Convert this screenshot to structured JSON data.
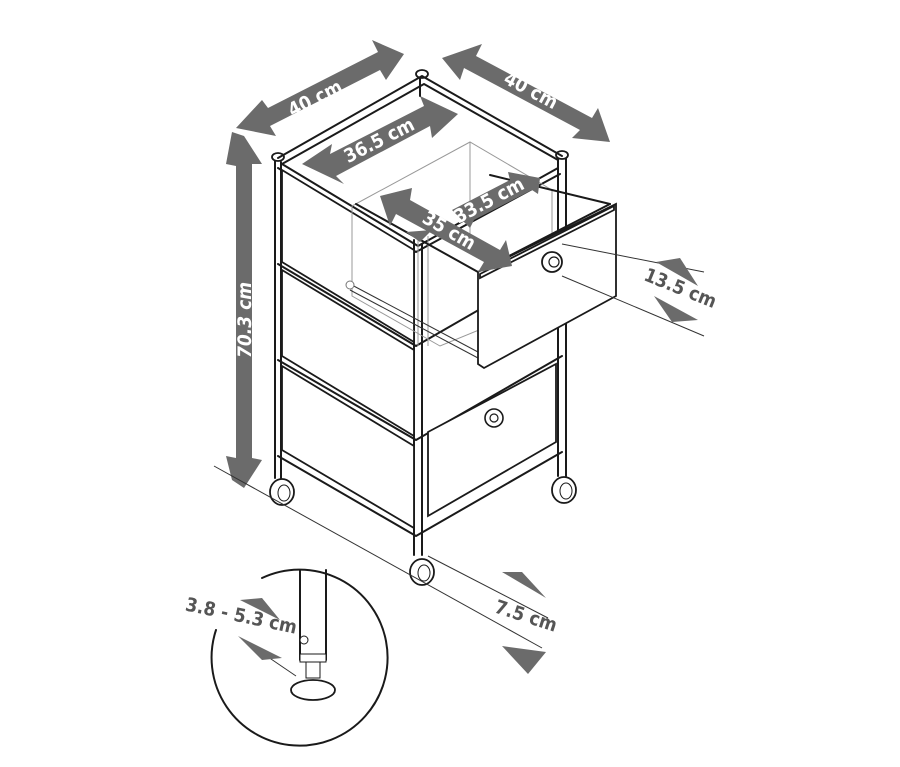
{
  "diagram": {
    "subject": "3-drawer rolling storage cart with dimensions",
    "colors": {
      "arrow_fill": "#6b6b6b",
      "line": "#1a1a1a",
      "background": "#ffffff",
      "label_on_arrow": "#ffffff",
      "label_plain": "#555555"
    },
    "dimensions": {
      "top_width_left": "40 cm",
      "top_depth_right": "40 cm",
      "inner_width": "36.5 cm",
      "drawer_depth": "35 cm",
      "drawer_width": "33.5 cm",
      "drawer_height": "13.5 cm",
      "total_height": "70.3 cm",
      "caster_height": "7.5 cm",
      "foot_height_range": "3.8 - 5.3 cm"
    },
    "parts": {
      "drawers": 3,
      "casters": 4,
      "detail_inset": "adjustable leveling foot"
    }
  }
}
